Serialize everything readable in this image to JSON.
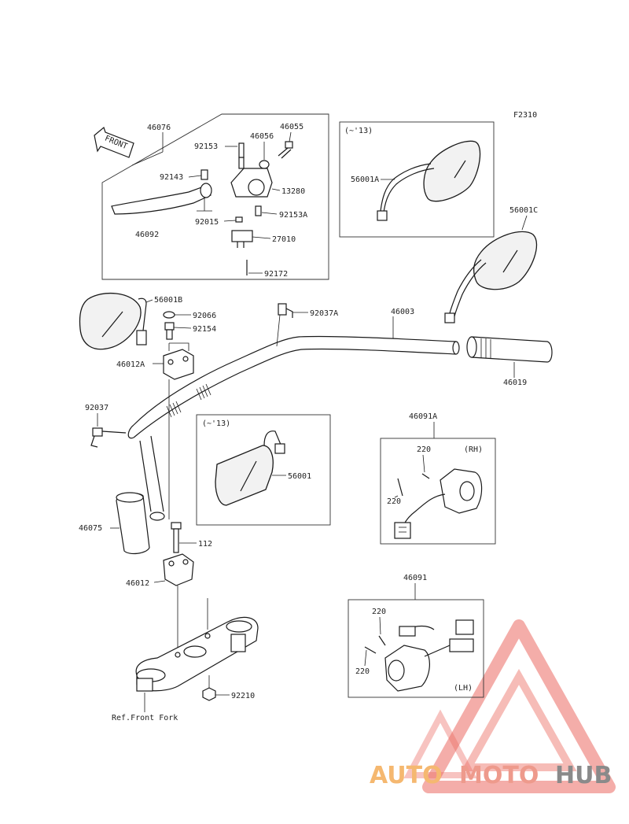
{
  "figure_code": "F2310",
  "front_label": "FRONT",
  "ref_label": "Ref.Front Fork",
  "inset_labels": {
    "early_a": "(~'13)",
    "early_b": "(~'13)",
    "rh": "(RH)",
    "lh": "(LH)"
  },
  "parts": {
    "p46076": "46076",
    "p46055": "46055",
    "p92153": "92153",
    "p46056": "46056",
    "p92143": "92143",
    "p13280": "13280",
    "p92153A": "92153A",
    "p92015": "92015",
    "p27010": "27010",
    "p46092": "46092",
    "p92172": "92172",
    "p56001A": "56001A",
    "p56001C": "56001C",
    "p56001B": "56001B",
    "p92066": "92066",
    "p92154": "92154",
    "p92037A": "92037A",
    "p46003": "46003",
    "p46012A": "46012A",
    "p46019": "46019",
    "p92037": "92037",
    "p56001": "56001",
    "p46091A": "46091A",
    "p220a": "220",
    "p220b": "220",
    "p46075": "46075",
    "p112": "112",
    "p46012": "46012",
    "p46091": "46091",
    "p220c": "220",
    "p220d": "220",
    "p92210": "92210"
  },
  "watermark": {
    "part1": "AUTO",
    "part2": "MOTO",
    "part3": "HUB",
    "color1": "#f5b870",
    "color2": "#ee9a8c",
    "color3": "#8a8a8a",
    "triangle_color": "#e85a50"
  }
}
